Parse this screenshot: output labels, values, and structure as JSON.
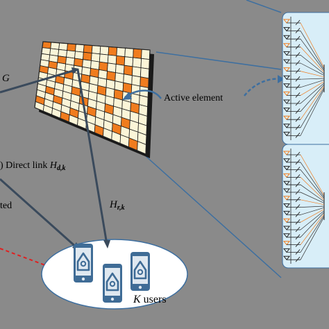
{
  "labels": {
    "g": "G",
    "active_element": "Active element",
    "direct_link_prefix": ") Direct link ",
    "direct_link_h": "H",
    "direct_link_sub": "d,k",
    "h_r": "H",
    "h_r_sub": "r,k",
    "cut_word": "ted",
    "k": "K",
    "users": "users"
  },
  "colors": {
    "background": "#8a8a8a",
    "panel": "#d8eef8",
    "active_cell": "#f07c1e",
    "passive_cell": "#fbf5d8",
    "ellipse": "#ffffff",
    "phone": "#3f6c96",
    "link_line": "#3a4a5c",
    "zoom_line": "#3d6fa0",
    "dashed": "#e02020"
  },
  "ris": {
    "rows": 11,
    "cols": 13,
    "active_cells": [
      [
        0,
        0
      ],
      [
        0,
        3
      ],
      [
        0,
        5
      ],
      [
        0,
        8
      ],
      [
        0,
        11
      ],
      [
        1,
        5
      ],
      [
        1,
        9
      ],
      [
        2,
        2
      ],
      [
        2,
        4
      ],
      [
        2,
        7
      ],
      [
        2,
        10
      ],
      [
        3,
        1
      ],
      [
        3,
        6
      ],
      [
        3,
        8
      ],
      [
        3,
        12
      ],
      [
        4,
        0
      ],
      [
        4,
        3
      ],
      [
        4,
        5
      ],
      [
        4,
        10
      ],
      [
        5,
        2
      ],
      [
        5,
        7
      ],
      [
        5,
        9
      ],
      [
        6,
        4
      ],
      [
        6,
        11
      ],
      [
        7,
        1
      ],
      [
        7,
        5
      ],
      [
        7,
        8
      ],
      [
        8,
        2
      ],
      [
        8,
        6
      ],
      [
        8,
        10
      ],
      [
        9,
        0
      ],
      [
        9,
        4
      ],
      [
        9,
        9
      ],
      [
        10,
        3
      ],
      [
        10,
        7
      ],
      [
        10,
        11
      ]
    ]
  },
  "icons": [
    "phone-icon",
    "home-icon",
    "antenna-icon",
    "phase-shifter-icon"
  ]
}
